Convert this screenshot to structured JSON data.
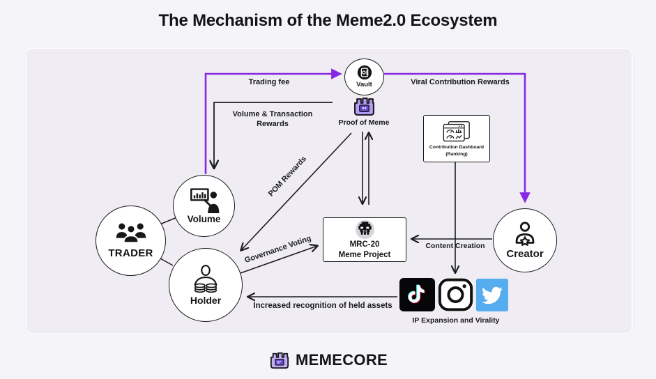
{
  "title": "The Mechanism of the Meme2.0 Ecosystem",
  "colors": {
    "accent_purple": "#8728e2",
    "line_black": "#1c1c1e",
    "panel_bg": "#efedf3",
    "page_bg": "#f5f4f8",
    "pom_fill": "#b59df7",
    "pom_inner": "#6a4ad0",
    "twitter_blue": "#55acee",
    "tiktok_black": "#060608",
    "tiktok_cyan": "#25f4ee",
    "tiktok_red": "#fe2c55"
  },
  "nodes": {
    "vault": {
      "label": "Vault",
      "icon": "vault-safe-icon"
    },
    "proof_of_meme": {
      "label": "Proof of Meme",
      "icon": "castle-badge-icon"
    },
    "dashboard": {
      "label_line1": "Contribution Dashboard",
      "label_line2": "(Ranking)",
      "icon": "dashboard-windows-icon"
    },
    "mrc20": {
      "label_line1": "MRC-20",
      "label_line2": "Meme Project",
      "icon": "pixel-meme-icon"
    },
    "creator": {
      "label": "Creator",
      "icon": "person-star-icon"
    },
    "trader": {
      "label": "TRADER",
      "icon": "people-group-icon"
    },
    "volume": {
      "label": "Volume",
      "icon": "person-chart-icon"
    },
    "holder": {
      "label": "Holder",
      "icon": "person-coins-icon"
    }
  },
  "edges": {
    "trading_fee": "Trading fee",
    "viral_rewards": "Viral Contribution Rewards",
    "volume_tx_rewards": "Volume & Transaction Rewards",
    "pom_rewards": "POM Rewards",
    "governance_voting": "Governance Voting",
    "content_creation": "Content Creation",
    "increased_recognition": "Increased recognition of held assets",
    "ip_expansion": "IP Expansion and Virality"
  },
  "social_icons": [
    "tiktok-icon",
    "instagram-icon",
    "twitter-icon"
  ],
  "footer": {
    "brand": "MEMECORE"
  }
}
